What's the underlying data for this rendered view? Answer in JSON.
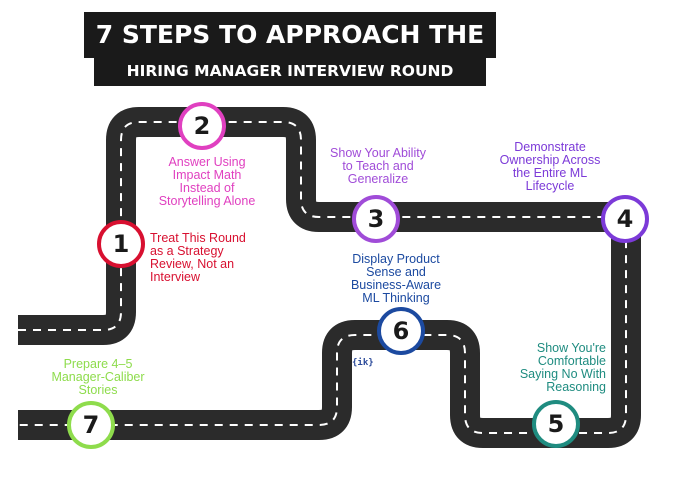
{
  "title": {
    "line1": "7 STEPS TO APPROACH THE",
    "line2": "HIRING MANAGER INTERVIEW ROUND"
  },
  "logo_text": "{ik}",
  "colors": {
    "road": "#2b2b2b",
    "dash": "#ffffff",
    "step1": "#d81030",
    "step2": "#e040c0",
    "step3": "#a04cd8",
    "step4": "#7c3ad8",
    "step5": "#1f8c80",
    "step6": "#1c4aa0",
    "step7": "#8edc4c"
  },
  "steps": [
    {
      "number": "1",
      "lines": [
        "Treat This Round",
        "as a Strategy",
        "Review, Not an",
        "Interview"
      ]
    },
    {
      "number": "2",
      "lines": [
        "Answer Using",
        "Impact Math",
        "Instead of",
        "Storytelling Alone"
      ]
    },
    {
      "number": "3",
      "lines": [
        "Show Your Ability",
        "to Teach and",
        "Generalize"
      ]
    },
    {
      "number": "4",
      "lines": [
        "Demonstrate",
        "Ownership Across",
        "the Entire ML",
        "Lifecycle"
      ]
    },
    {
      "number": "5",
      "lines": [
        "Show You're",
        "Comfortable",
        "Saying No With",
        "Reasoning"
      ]
    },
    {
      "number": "6",
      "lines": [
        "Display Product",
        "Sense and",
        "Business-Aware",
        "ML Thinking"
      ]
    },
    {
      "number": "7",
      "lines": [
        "Prepare 4–5",
        "Manager-Caliber",
        "Stories"
      ]
    }
  ]
}
